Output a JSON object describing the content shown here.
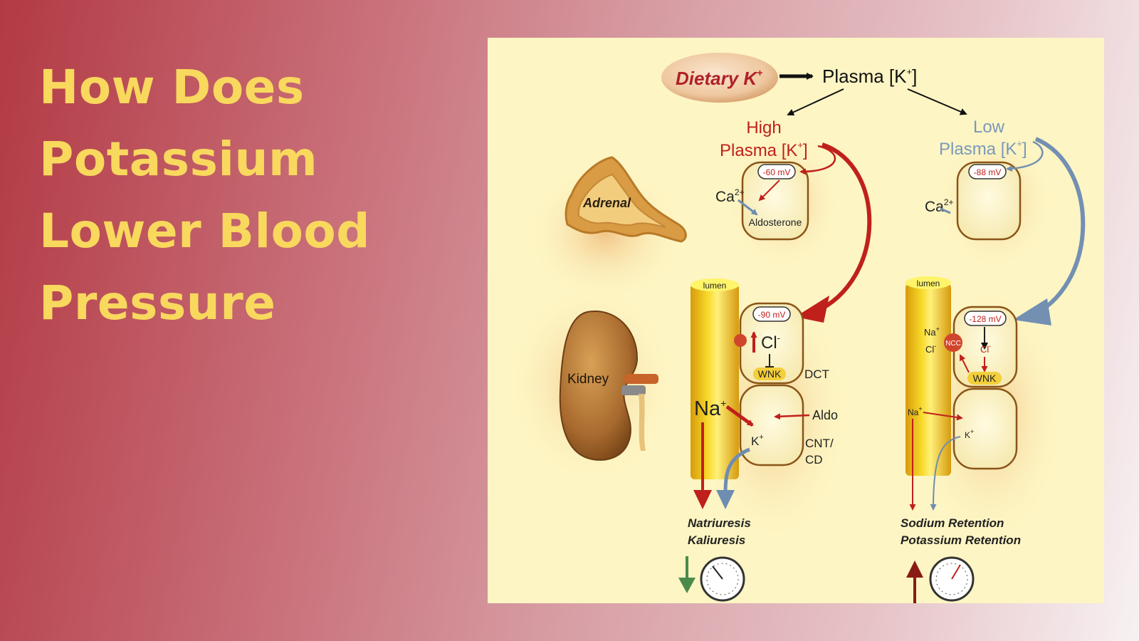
{
  "headline": {
    "lines": [
      "How Does",
      "Potassium",
      "Lower Blood",
      "Pressure"
    ]
  },
  "colors": {
    "background_start": "#b23a44",
    "background_end": "#f7f1f2",
    "headline": "#f9d85e",
    "figure_background": "#fdf5c3",
    "high_path": "#c0201c",
    "low_path": "#7390b3"
  },
  "figure": {
    "dietary_k": {
      "main": "Dietary K",
      "sup": "+"
    },
    "plasma_k": {
      "main": "Plasma [K",
      "sup": "+",
      "tail": "]"
    },
    "high": {
      "line1": "High",
      "line2_main": "Plasma [K",
      "line2_sup": "+",
      "line2_tail": "]"
    },
    "low": {
      "line1": "Low",
      "line2_main": "Plasma [K",
      "line2_sup": "+",
      "line2_tail": "]"
    },
    "adrenal_label": "Adrenal",
    "kidney_label": "Kidney",
    "high_adrenal": {
      "voltage": "-60 mV",
      "ca": "Ca",
      "ca_sup": "2+",
      "hormone": "Aldosterone"
    },
    "low_adrenal": {
      "voltage": "-88 mV",
      "ca": "Ca",
      "ca_sup": "2+"
    },
    "high_kidney": {
      "lumen": "lumen",
      "voltage": "-90 mV",
      "cl": "Cl",
      "cl_sup": "-",
      "wnk": "WNK",
      "dct": "DCT",
      "na": "Na",
      "na_sup": "+",
      "k": "K",
      "k_sup": "+",
      "aldo": "Aldo",
      "cnt_line1": "CNT/",
      "cnt_line2": "CD",
      "outcome_line1": "Natriuresis",
      "outcome_line2": "Kaliuresis"
    },
    "low_kidney": {
      "lumen": "lumen",
      "voltage": "-128 mV",
      "na": "Na",
      "na_sup": "+",
      "cl": "Cl",
      "cl_sup": "-",
      "ncc": "NCC",
      "wnk": "WNK",
      "k": "K",
      "k_sup": "+",
      "outcome_line1": "Sodium Retention",
      "outcome_line2": "Potassium Retention"
    }
  }
}
